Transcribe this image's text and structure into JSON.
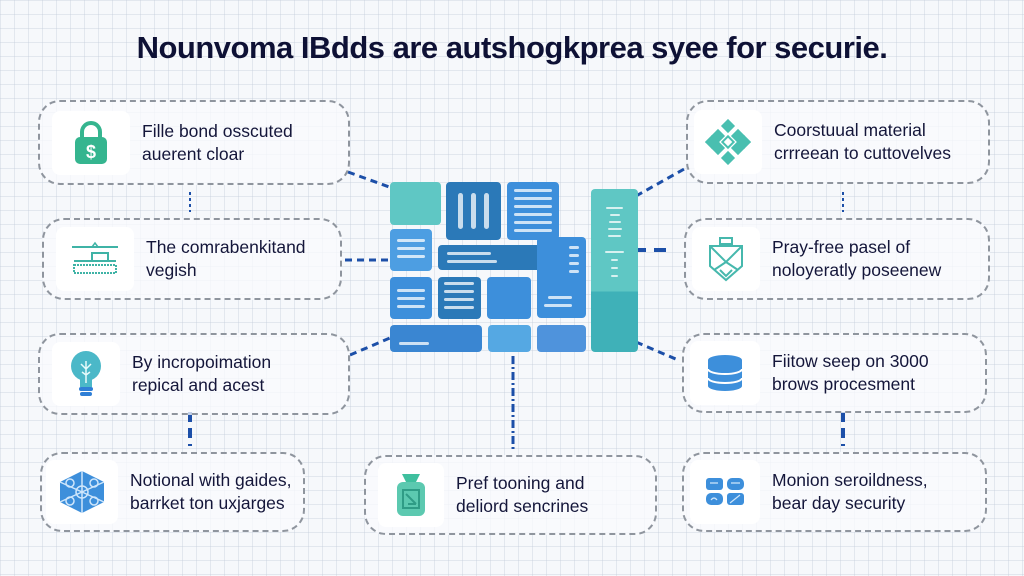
{
  "title": "Nounvoma IBdds are autshogkprea syee for securie.",
  "colors": {
    "connector": "#1c4fa8",
    "teal": "#5fc7c4",
    "blue": "#3d8fdb",
    "dark_blue": "#2b79b8",
    "card_border": "#8f959e"
  },
  "cards": [
    {
      "id": "left-1",
      "icon": "lock-dollar-icon",
      "lines": [
        "Fille bond osscuted",
        "auerent cloar"
      ]
    },
    {
      "id": "left-2",
      "icon": "building-rails-icon",
      "lines": [
        "The comrabenkitand",
        "vegish"
      ]
    },
    {
      "id": "left-3",
      "icon": "lightbulb-icon",
      "lines": [
        "By incropoimation",
        "repical and acest"
      ]
    },
    {
      "id": "left-4",
      "icon": "hexagon-cluster-icon",
      "lines": [
        "Notional with gaides,",
        "barrket ton uxjarges"
      ]
    },
    {
      "id": "bottom-center",
      "icon": "jar-icon",
      "lines": [
        "Pref tooning and",
        "deliord sencrines"
      ]
    },
    {
      "id": "right-1",
      "icon": "diamond-pattern-icon",
      "lines": [
        "Coorstuual material",
        "crrreean to cuttovelves"
      ]
    },
    {
      "id": "right-2",
      "icon": "shield-emblem-icon",
      "lines": [
        "Pray-free pasel of",
        "noloyeratly poseenew"
      ]
    },
    {
      "id": "right-3",
      "icon": "database-icon",
      "lines": [
        "Fiitow seep on 3000",
        "brows procesment"
      ]
    },
    {
      "id": "right-4",
      "icon": "tiles-grid-icon",
      "lines": [
        "Monion seroildness,",
        "bear day security"
      ]
    }
  ]
}
